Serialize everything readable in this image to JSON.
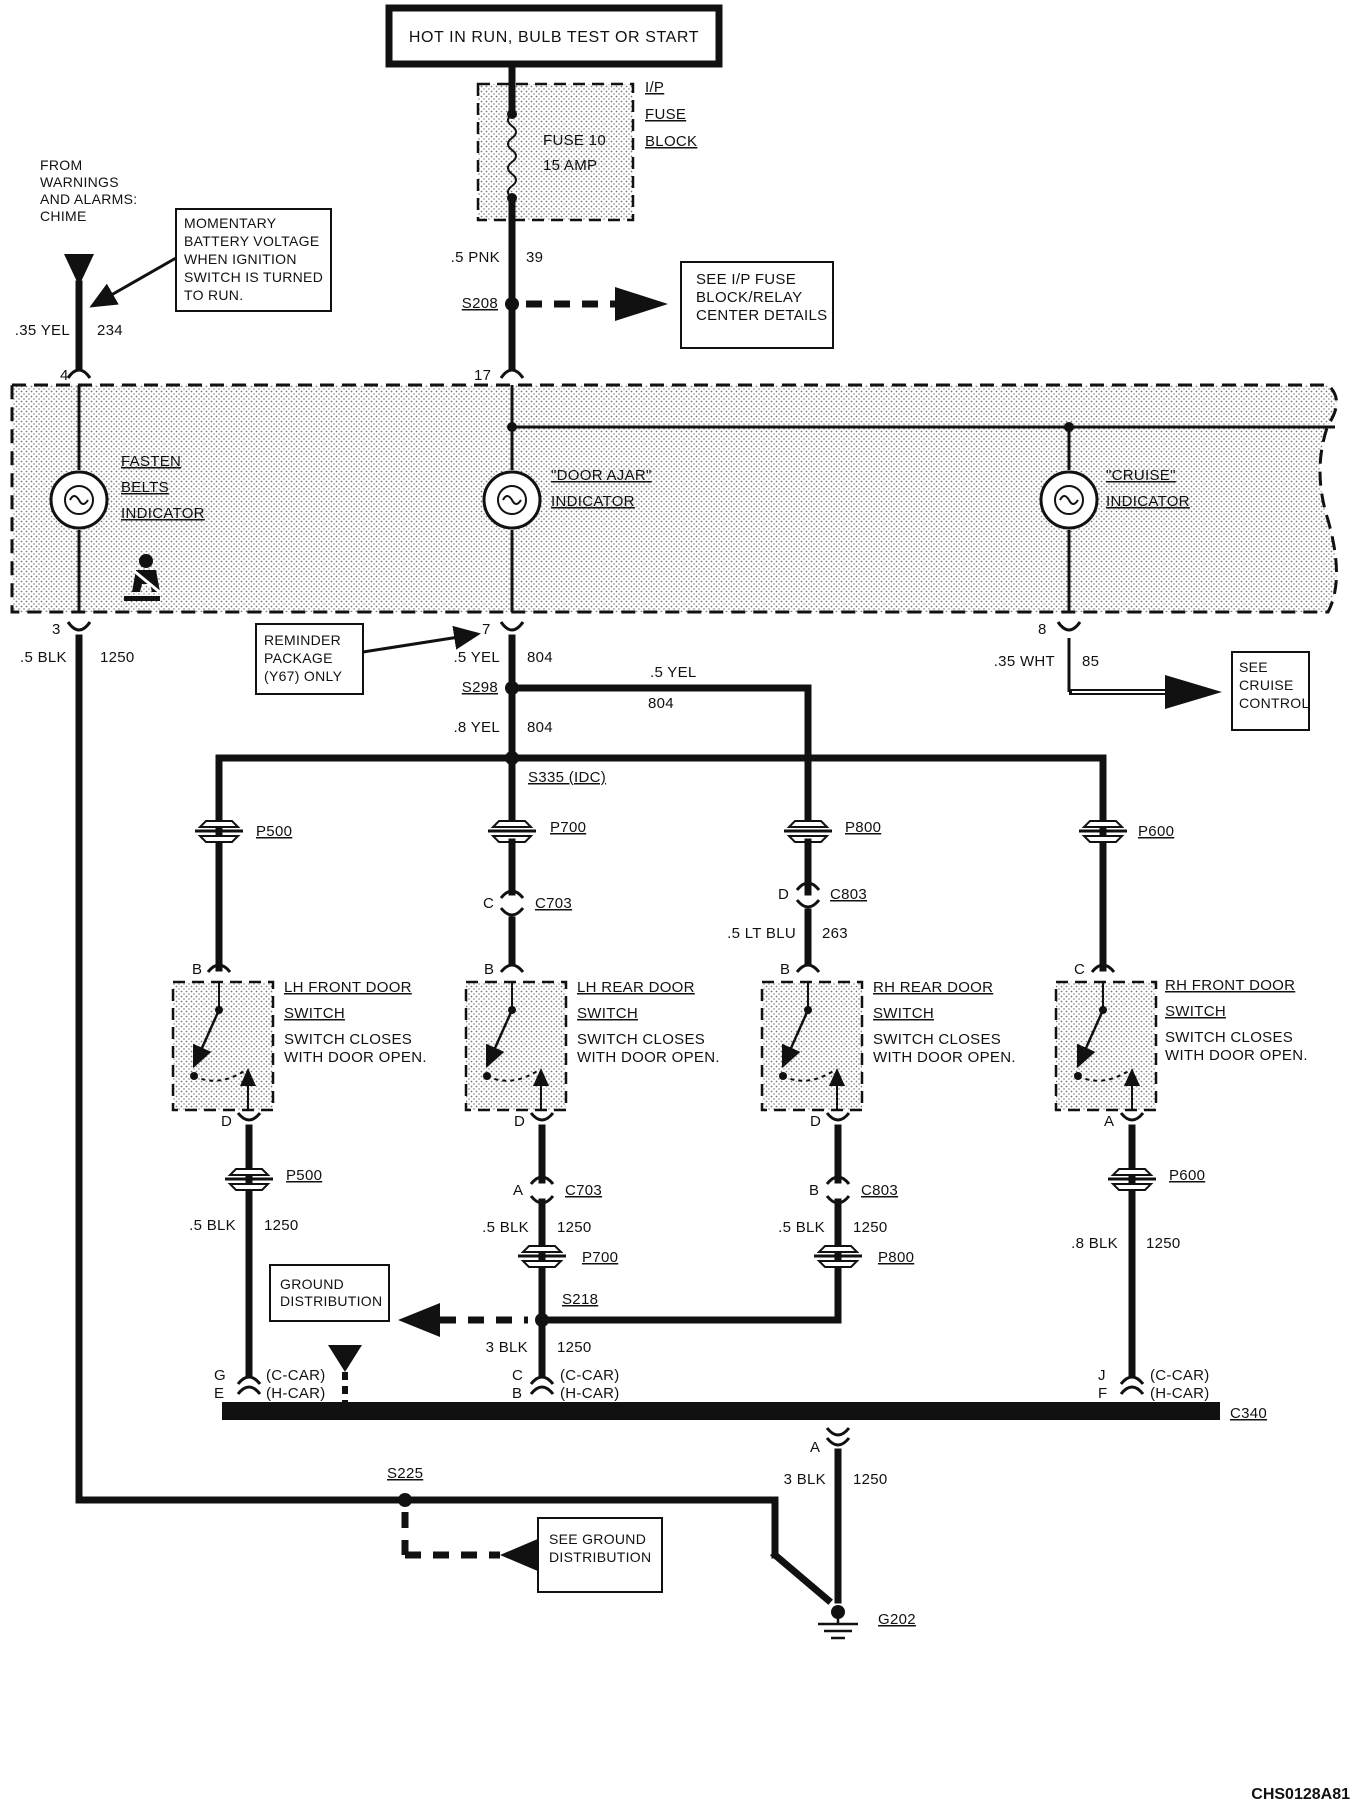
{
  "title": "HOT IN RUN, BULB TEST OR START",
  "figure_id": "CHS0128A81",
  "fuse_block": {
    "label_lines": [
      "I/P",
      "FUSE",
      "BLOCK"
    ],
    "fuse_name": "FUSE 10",
    "fuse_rating": "15 AMP"
  },
  "from_chime": [
    "FROM",
    "WARNINGS",
    "AND ALARMS:",
    "CHIME"
  ],
  "momentary_note": [
    "MOMENTARY",
    "BATTERY VOLTAGE",
    "WHEN IGNITION",
    "SWITCH IS TURNED",
    "TO RUN."
  ],
  "ip_fuse_note": [
    "SEE I/P FUSE",
    "BLOCK/RELAY",
    "CENTER DETAILS"
  ],
  "reminder_note": [
    "REMINDER",
    "PACKAGE",
    "(Y67) ONLY"
  ],
  "cruise_note": [
    "SEE",
    "CRUISE",
    "CONTROL"
  ],
  "ground_dist_note": [
    "GROUND",
    "DISTRIBUTION"
  ],
  "see_ground_note": [
    "SEE GROUND",
    "DISTRIBUTION"
  ],
  "indicators": {
    "fasten": [
      "FASTEN",
      "BELTS",
      "INDICATOR"
    ],
    "door": [
      "\"DOOR AJAR\"",
      "INDICATOR"
    ],
    "cruise": [
      "\"CRUISE\"",
      "INDICATOR"
    ]
  },
  "splices": {
    "s208": "S208",
    "s298": "S298",
    "s335": "S335 (IDC)",
    "s218": "S218",
    "s225": "S225",
    "g202": "G202",
    "c340": "C340"
  },
  "pins": {
    "p4": "4",
    "p17": "17",
    "p3": "3",
    "p7": "7",
    "p8": "8",
    "c703_top": "C",
    "c803_top": "D",
    "lhf_top": "B",
    "lhr_top": "B",
    "rhr_top": "B",
    "rhf_top": "C",
    "lhf_bot": "D",
    "lhr_bot": "D",
    "rhr_bot": "D",
    "rhf_bot": "A",
    "c703_bot": "A",
    "c803_bot": "B",
    "c340_g": "G",
    "c340_e": "E",
    "c340_c": "C",
    "c340_b": "B",
    "c340_j": "J",
    "c340_f": "F",
    "c340_a": "A"
  },
  "wires": {
    "pnk": ".5 PNK",
    "w39": "39",
    "yel35": ".35 YEL",
    "w234": "234",
    "blk5_top": ".5 BLK",
    "w1250_top": "1250",
    "yel5": ".5 YEL",
    "w804a": "804",
    "yel5_branch": ".5 YEL",
    "w804_branch": "804",
    "yel8": ".8 YEL",
    "w804b": "804",
    "wht35": ".35 WHT",
    "w85": "85",
    "ltblu": ".5 LT BLU",
    "w263": "263",
    "blk_lhf": ".5 BLK",
    "w1250_lhf": "1250",
    "blk_lhr": ".5 BLK",
    "w1250_lhr": "1250",
    "blk_rhr": ".5 BLK",
    "w1250_rhr": "1250",
    "blk_rhf": ".8 BLK",
    "w1250_rhf": "1250",
    "blk3_s218": "3 BLK",
    "w1250_s218": "1250",
    "blk3_ground": "3 BLK",
    "w1250_ground": "1250"
  },
  "connectors": {
    "p500_top": "P500",
    "p700_top": "P700",
    "p800_top": "P800",
    "p600_top": "P600",
    "c703_top": "C703",
    "c803_top": "C803",
    "p500_bot": "P500",
    "c703_bot": "C703",
    "c803_bot": "C803",
    "p600_bot": "P600",
    "p700_bot": "P700",
    "p800_bot": "P800"
  },
  "c_car": "(C-CAR)",
  "h_car": "(H-CAR)",
  "switches": {
    "lhf": [
      "LH FRONT DOOR",
      "SWITCH",
      "SWITCH CLOSES",
      "WITH DOOR OPEN."
    ],
    "lhr": [
      "LH REAR DOOR",
      "SWITCH",
      "SWITCH CLOSES",
      "WITH DOOR OPEN."
    ],
    "rhr": [
      "RH REAR DOOR",
      "SWITCH",
      "SWITCH CLOSES",
      "WITH DOOR OPEN."
    ],
    "rhf": [
      "RH FRONT DOOR",
      "SWITCH",
      "SWITCH CLOSES",
      "WITH DOOR OPEN."
    ]
  }
}
